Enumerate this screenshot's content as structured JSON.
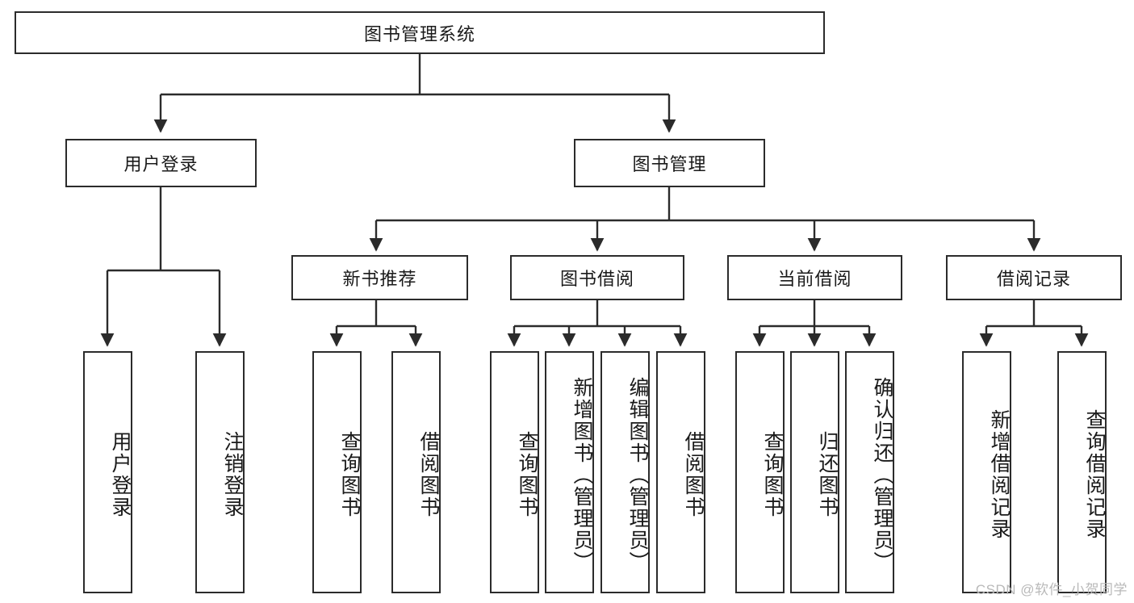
{
  "diagram": {
    "title": "图书管理系统",
    "type": "tree-hierarchy",
    "colors": {
      "stroke": "#2b2b2b",
      "fill": "#ffffff",
      "text": "#1a1a1a",
      "watermark": "#b9b9b9"
    },
    "nodes": {
      "root": {
        "label": "图书管理系统",
        "level": 1
      },
      "l2": [
        {
          "id": "user-login",
          "label": "用户登录",
          "level": 2
        },
        {
          "id": "book-manage",
          "label": "图书管理",
          "level": 2
        }
      ],
      "l3": [
        {
          "id": "new-book-rec",
          "label": "新书推荐",
          "level": 3
        },
        {
          "id": "book-borrow",
          "label": "图书借阅",
          "level": 3
        },
        {
          "id": "current-borrow",
          "label": "当前借阅",
          "level": 3
        },
        {
          "id": "borrow-record",
          "label": "借阅记录",
          "level": 3
        }
      ],
      "leaves": [
        {
          "id": "leaf-user-login",
          "label": "用户登录",
          "parent": "user-login"
        },
        {
          "id": "leaf-logout",
          "label": "注销登录",
          "parent": "user-login"
        },
        {
          "id": "leaf-query-book-1",
          "label": "查询图书",
          "parent": "new-book-rec"
        },
        {
          "id": "leaf-borrow-book-1",
          "label": "借阅图书",
          "parent": "new-book-rec"
        },
        {
          "id": "leaf-query-book-2",
          "label": "查询图书",
          "parent": "book-borrow"
        },
        {
          "id": "leaf-add-book",
          "label": "新增图书（管理员）",
          "parent": "book-borrow"
        },
        {
          "id": "leaf-edit-book",
          "label": "编辑图书（管理员）",
          "parent": "book-borrow"
        },
        {
          "id": "leaf-borrow-book-2",
          "label": "借阅图书",
          "parent": "book-borrow"
        },
        {
          "id": "leaf-query-book-3",
          "label": "查询图书",
          "parent": "current-borrow"
        },
        {
          "id": "leaf-return-book",
          "label": "归还图书",
          "parent": "current-borrow"
        },
        {
          "id": "leaf-confirm-return",
          "label": "确认归还（管理员）",
          "parent": "current-borrow"
        },
        {
          "id": "leaf-add-record",
          "label": "新增借阅记录",
          "parent": "borrow-record"
        },
        {
          "id": "leaf-query-record",
          "label": "查询借阅记录",
          "parent": "borrow-record"
        }
      ]
    },
    "watermark": "CSDN @软件_小贺同学"
  }
}
